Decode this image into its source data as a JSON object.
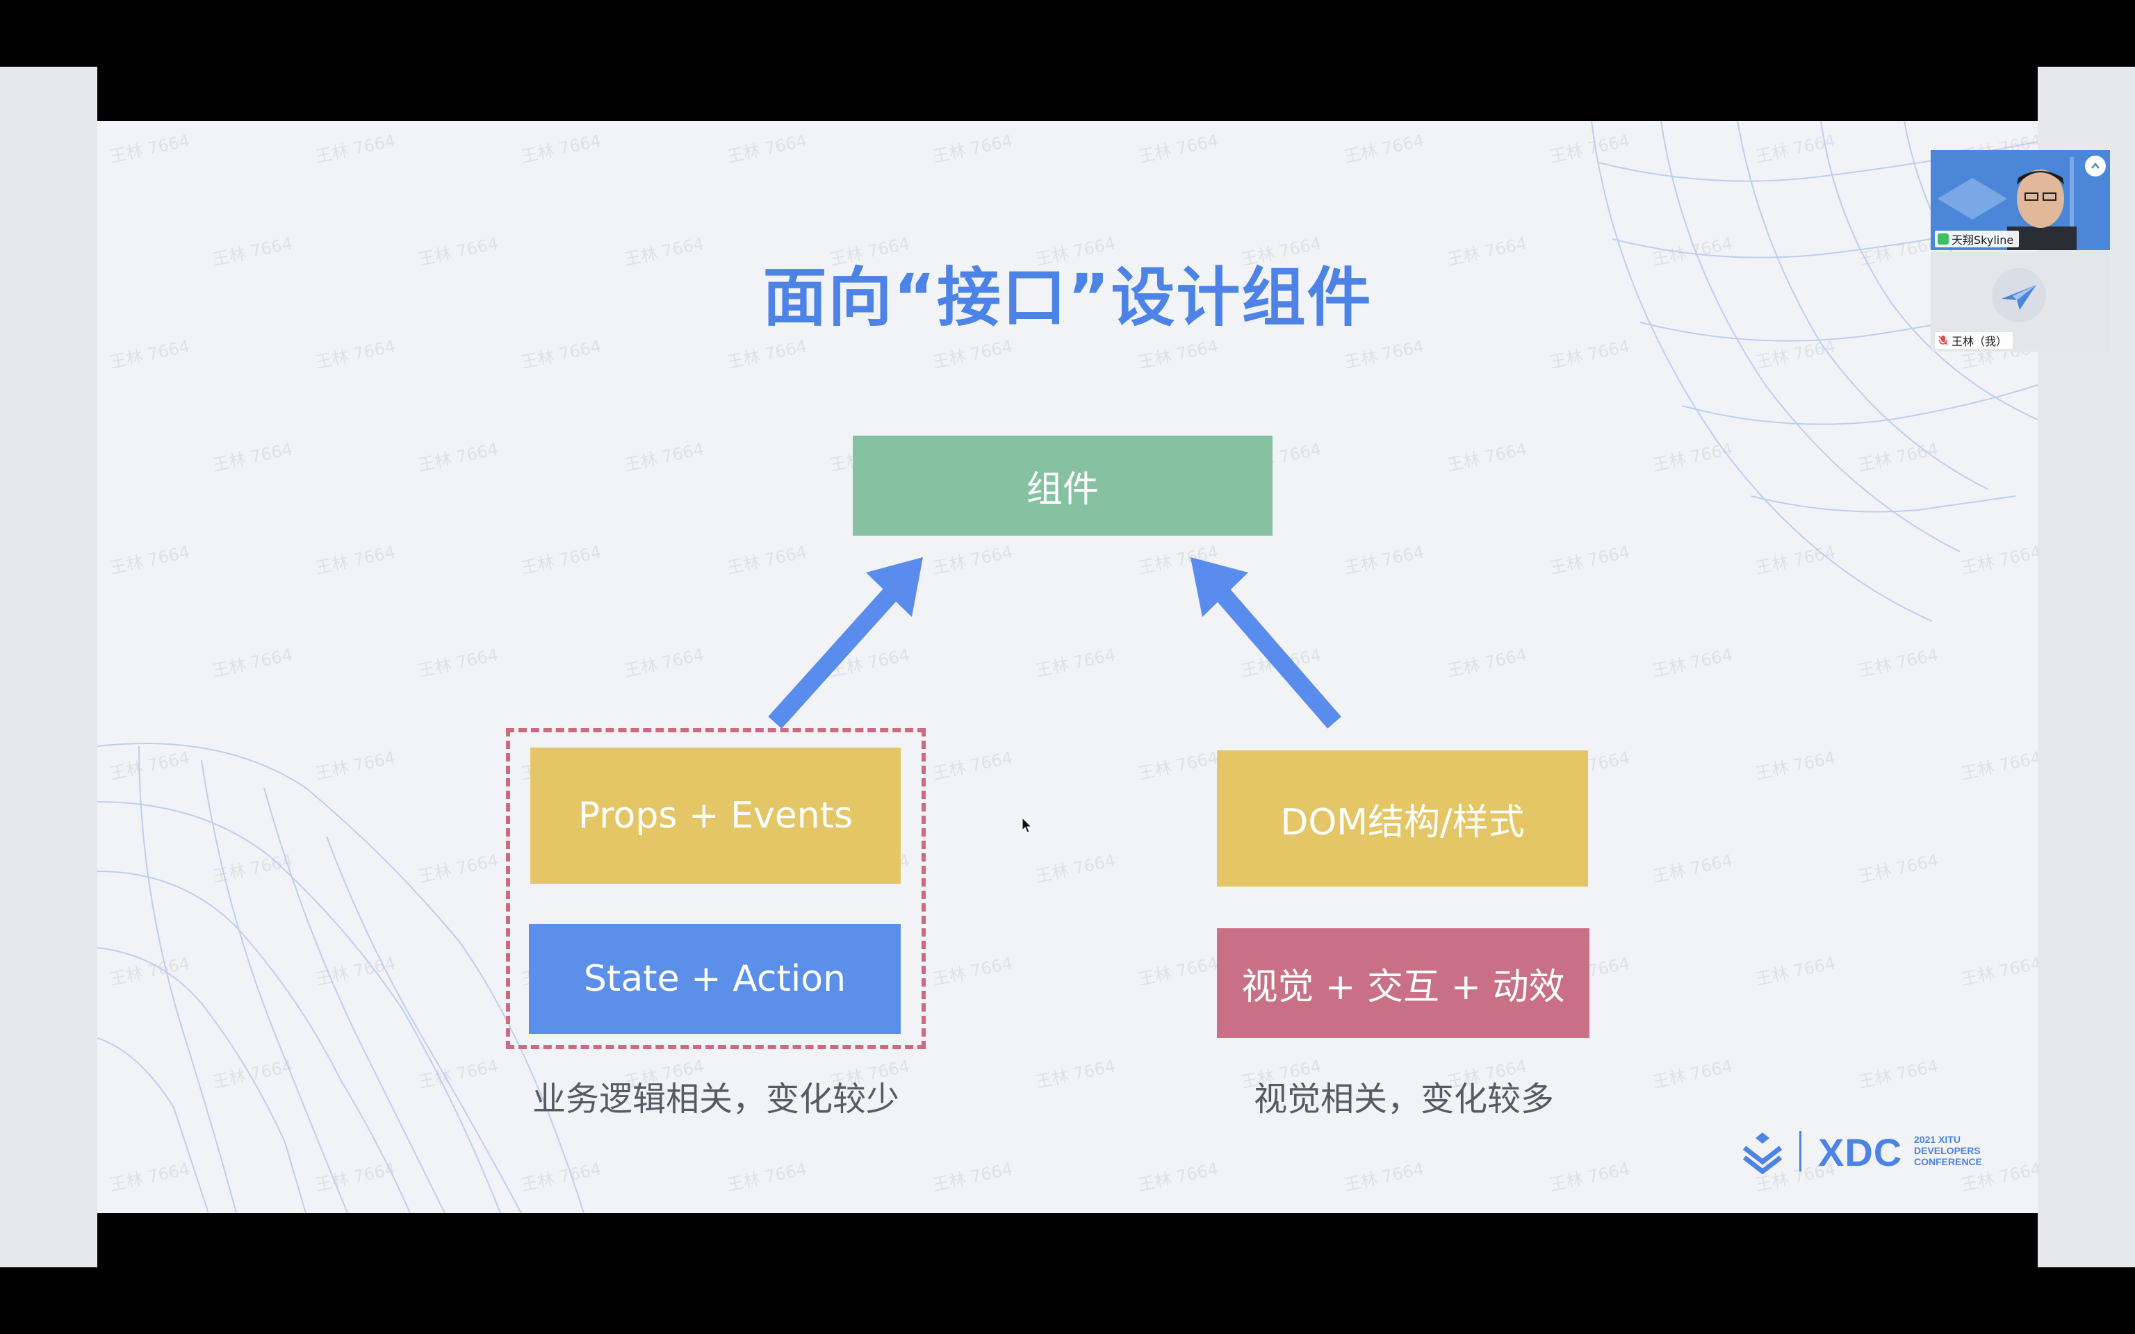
{
  "slide": {
    "title": "面向“接口”设计组件",
    "component_label": "组件",
    "left_group": {
      "top_label": "Props + Events",
      "bottom_label": "State + Action",
      "caption": "业务逻辑相关，变化较少"
    },
    "right_group": {
      "top_label": "DOM结构/样式",
      "bottom_label": "视觉 + 交互 + 动效",
      "caption": "视觉相关，变化较多"
    },
    "watermark": "王林 7664",
    "logo": {
      "text": "XDC",
      "sub_lines": [
        "2021 XITU",
        "DEVELOPERS",
        "CONFERENCE"
      ]
    }
  },
  "participants": [
    {
      "name": "天翔Skyline",
      "mic": "on",
      "icon": "mic-on-icon"
    },
    {
      "name": "王林（我）",
      "mic": "off",
      "icon": "mic-off-icon"
    }
  ],
  "colors": {
    "title_blue": "#4d82e6",
    "component_green": "#86c1a1",
    "yellow": "#e5c666",
    "blue": "#5c8fe9",
    "pink": "#c96f86",
    "dashed": "#cd6a80",
    "arrow": "#5a8ced"
  }
}
